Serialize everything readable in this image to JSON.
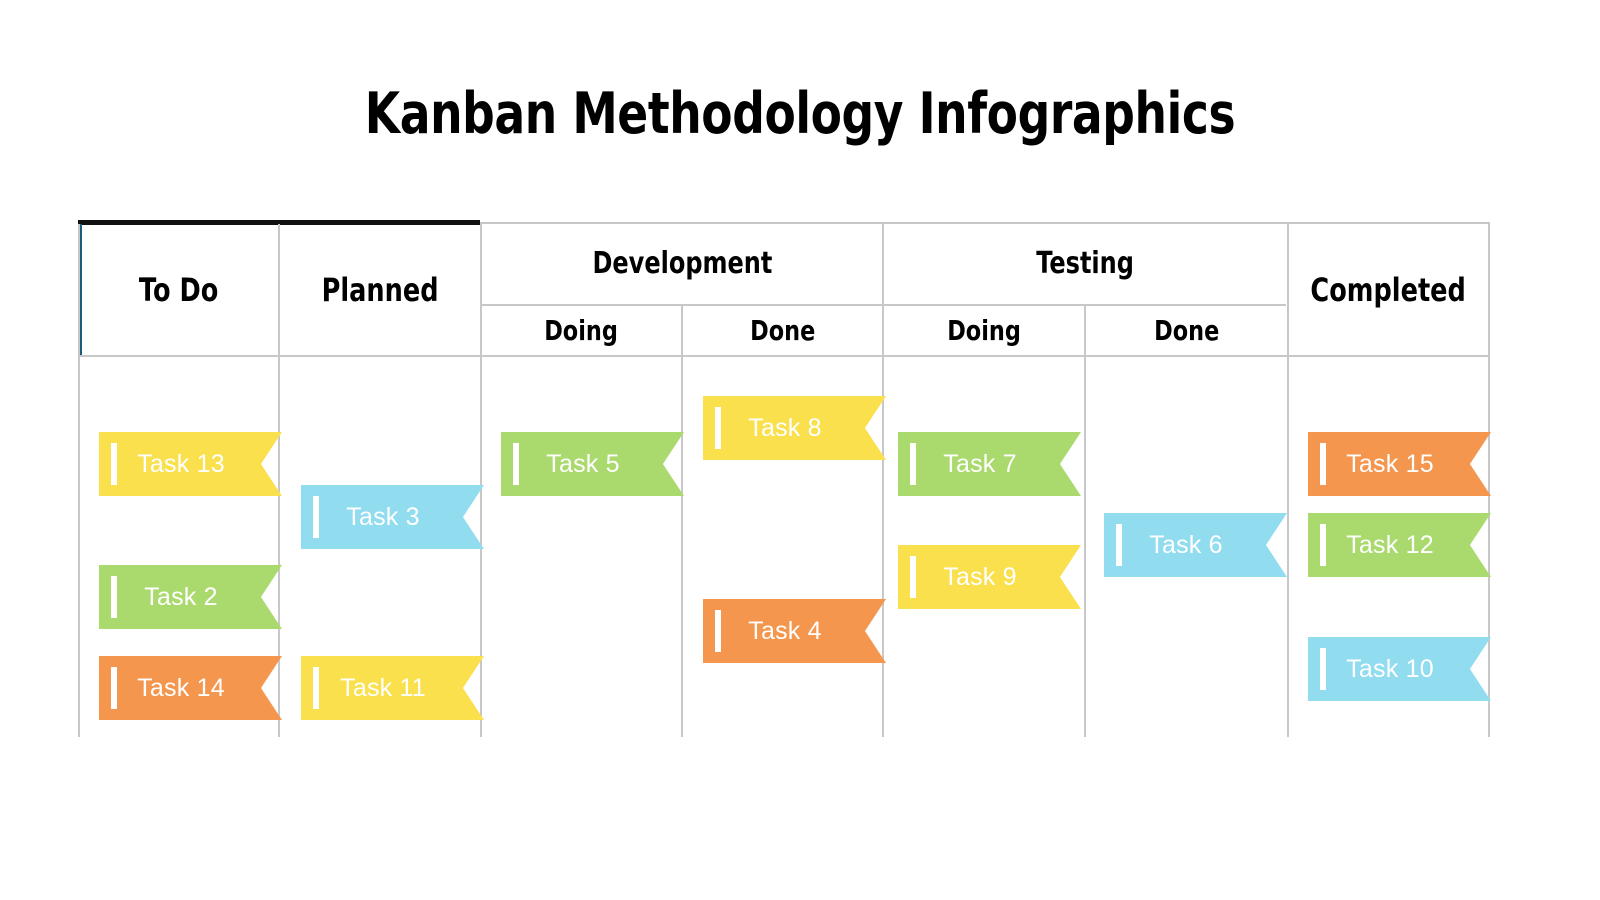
{
  "title": "Kanban Methodology Infographics",
  "theme": {
    "background": "#ffffff",
    "grid_line": "#c8c8c8",
    "top_border_dark": "#111111",
    "accent_left": "#1d5a7d",
    "title_color": "#000000",
    "card_text": "#ffffff"
  },
  "palette": {
    "yellow": "#fae04d",
    "green": "#aada6e",
    "orange": "#f5964f",
    "blue": "#92dcf0"
  },
  "board": {
    "columns": [
      {
        "id": "todo",
        "label": "To Do",
        "group": null,
        "sub": null
      },
      {
        "id": "planned",
        "label": "Planned",
        "group": null,
        "sub": null
      },
      {
        "id": "dev-doing",
        "label": "Doing",
        "group": "Development",
        "sub": "Doing"
      },
      {
        "id": "dev-done",
        "label": "Done",
        "group": "Development",
        "sub": "Done"
      },
      {
        "id": "test-doing",
        "label": "Doing",
        "group": "Testing",
        "sub": "Doing"
      },
      {
        "id": "test-done",
        "label": "Done",
        "group": "Testing",
        "sub": "Done"
      },
      {
        "id": "completed",
        "label": "Completed",
        "group": null,
        "sub": null
      }
    ],
    "group_headers": [
      {
        "id": "development",
        "label": "Development"
      },
      {
        "id": "testing",
        "label": "Testing"
      }
    ],
    "cards": [
      {
        "id": "c1",
        "label": "Task 13",
        "color": "yellow",
        "column": "todo"
      },
      {
        "id": "c2",
        "label": "Task 2",
        "color": "green",
        "column": "todo"
      },
      {
        "id": "c3",
        "label": "Task 14",
        "color": "orange",
        "column": "todo"
      },
      {
        "id": "c4",
        "label": "Task 3",
        "color": "blue",
        "column": "planned"
      },
      {
        "id": "c5",
        "label": "Task 11",
        "color": "yellow",
        "column": "planned"
      },
      {
        "id": "c6",
        "label": "Task 5",
        "color": "green",
        "column": "dev-doing"
      },
      {
        "id": "c7",
        "label": "Task 8",
        "color": "yellow",
        "column": "dev-done"
      },
      {
        "id": "c8",
        "label": "Task 4",
        "color": "orange",
        "column": "dev-done"
      },
      {
        "id": "c9",
        "label": "Task 7",
        "color": "green",
        "column": "test-doing"
      },
      {
        "id": "c10",
        "label": "Task 9",
        "color": "yellow",
        "column": "test-doing"
      },
      {
        "id": "c11",
        "label": "Task 6",
        "color": "blue",
        "column": "test-done"
      },
      {
        "id": "c12",
        "label": "Task 15",
        "color": "orange",
        "column": "completed"
      },
      {
        "id": "c13",
        "label": "Task 12",
        "color": "green",
        "column": "completed"
      },
      {
        "id": "c14",
        "label": "Task 10",
        "color": "blue",
        "column": "completed"
      }
    ]
  }
}
